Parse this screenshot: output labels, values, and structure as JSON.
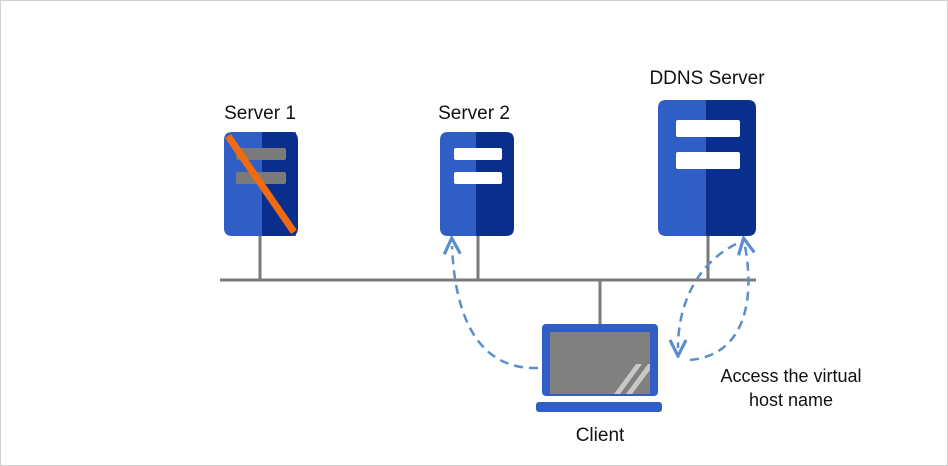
{
  "nodes": {
    "server1": {
      "label": "Server 1",
      "status": "failed"
    },
    "server2": {
      "label": "Server 2"
    },
    "ddns": {
      "label": "DDNS Server"
    },
    "client": {
      "label": "Client"
    }
  },
  "annotation": {
    "line1": "Access the virtual",
    "line2": "host name"
  },
  "colors": {
    "server_blue": "#2f5fc4",
    "server_dark": "#0a2e8c",
    "slot_white": "#ffffff",
    "failed_slot": "#7a7a7a",
    "failure_mark": "#f06a10",
    "network_line": "#7a7a7a",
    "arrow": "#5b8fcc",
    "screen": "#808080"
  }
}
